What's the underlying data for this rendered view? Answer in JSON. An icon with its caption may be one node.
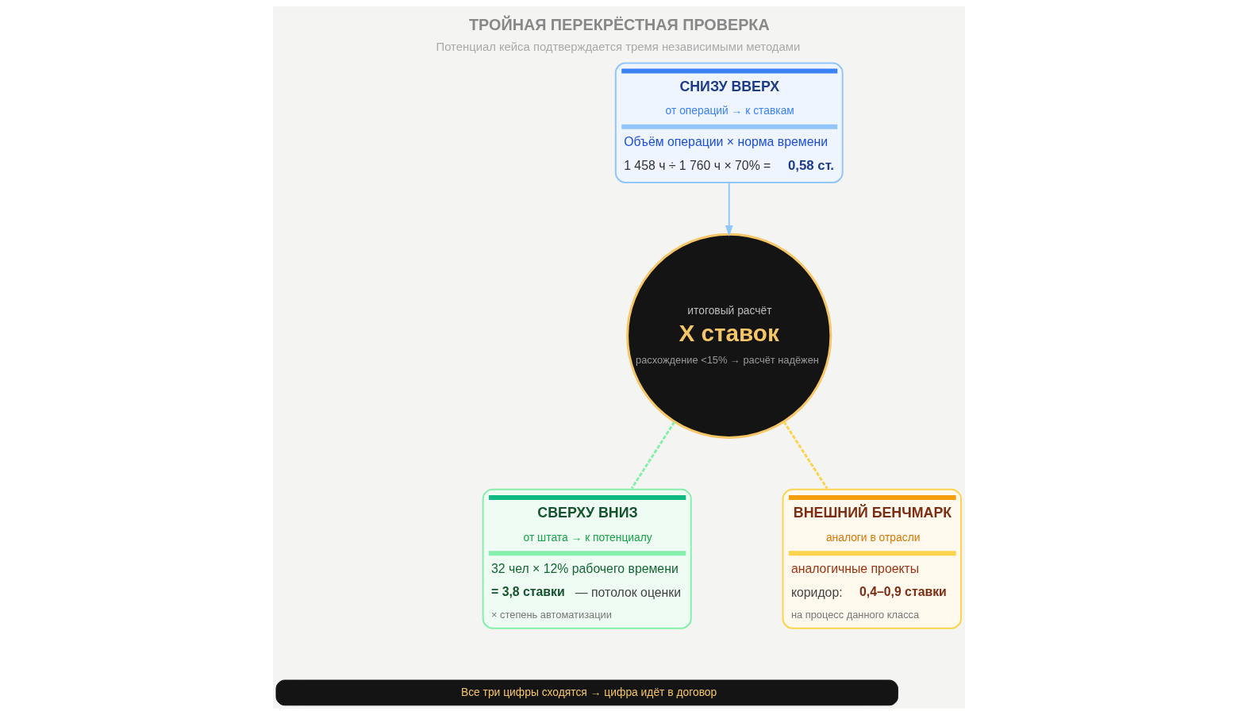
{
  "diagram": {
    "title": "ТРОЙНАЯ ПЕРЕКРЁСТНАЯ ПРОВЕРКА",
    "caption": "Потенциал кейса подтверждается тремя независимыми методами",
    "nodes": [
      {
        "text": [
          "СНИЗУ ВВЕРХ",
          "от операций → к ставкам",
          "Объём операции × норма времени",
          "1 458 ч ÷ 1 760 ч × 70% =",
          "0,58 ст."
        ]
      },
      {
        "text": [
          "итоговый расчёт",
          "X ставок",
          "расхождение <15% → расчёт надёжен"
        ]
      },
      {
        "text": [
          "СВЕРХУ ВНИЗ",
          "от штата → к потенциалу",
          "32 чел × 12% рабочего времени",
          "= 3,8 ставки",
          "— потолок оценки",
          "× степень автоматизации"
        ]
      },
      {
        "text": [
          "ВНЕШНИЙ БЕНЧМАРК",
          "аналоги в отрасли",
          "аналогичные проекты",
          "коридор:",
          "0,4–0,9 ставки",
          "на процесс данного класса"
        ]
      },
      {
        "text": [
          "Все три цифры сходятся → цифра идёт в договор"
        ]
      }
    ],
    "edges": [
      {
        "from": 0,
        "to": 1,
        "arrow": "to",
        "color": "#93c5fd"
      },
      {
        "from": 2,
        "to": 1,
        "arrow": "none",
        "style": "dashed",
        "color": "#86efac"
      },
      {
        "from": 3,
        "to": 1,
        "arrow": "none",
        "style": "dashed",
        "color": "#fcd34d"
      }
    ]
  }
}
